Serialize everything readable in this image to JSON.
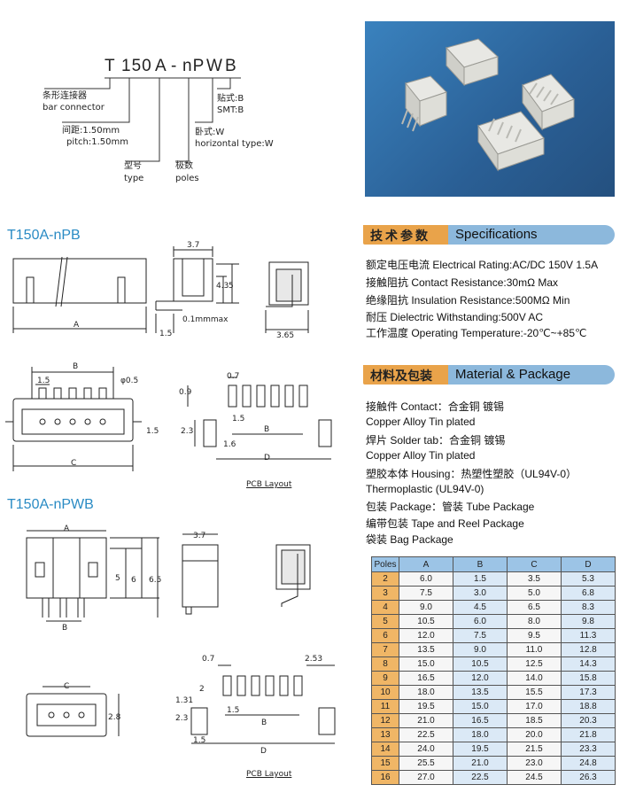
{
  "part_number": {
    "letters": [
      "T",
      "150",
      "A",
      "-",
      "nP",
      "W",
      "B"
    ],
    "callouts": {
      "bar_cn": "条形连接器",
      "bar_en": "bar connector",
      "pitch_cn": "间距:1.50mm",
      "pitch_en": "pitch:1.50mm",
      "type_cn": "型号",
      "type_en": "type",
      "poles_cn": "极数",
      "poles_en": "poles",
      "horizontal_cn": "卧式:W",
      "horizontal_en": "horizontal type:W",
      "smt_cn": "贴式:B",
      "smt_en": "SMT:B"
    }
  },
  "models": {
    "npb": "T150A-nPB",
    "npwb": "T150A-nPWB"
  },
  "drawing_labels": {
    "A": "A",
    "B": "B",
    "C": "C",
    "D": "D",
    "d37": "3.7",
    "d43": "4.3",
    "d5": "5",
    "d6": "6",
    "d65": "6.5",
    "d15": "1.5",
    "d01": "0.1mmmax",
    "d365": "3.65",
    "d_phi05": "φ0.5",
    "d07": "0.7",
    "d09": "0.9",
    "d23": "2.3",
    "d16": "1.6",
    "d2": "2",
    "d131": "1.31",
    "d253": "2.53",
    "d28": "2.8",
    "pcb_layout": "PCB Layout"
  },
  "specifications": {
    "header_cn": "技术参数",
    "header_en": "Specifications",
    "lines": [
      "额定电压电流 Electrical Rating:AC/DC 150V 1.5A",
      "接触阻抗 Contact Resistance:30mΩ Max",
      "绝缘阻抗 Insulation Resistance:500MΩ Min",
      "耐压 Dielectric Withstanding:500V AC",
      "工作温度 Operating Temperature:-20℃~+85℃"
    ]
  },
  "material": {
    "header_cn": "材料及包装",
    "header_en": "Material & Package",
    "lines": [
      "接触件 Contact：合金铜 镀锡",
      "Copper Alloy Tin plated",
      "焊片 Solder tab：合金铜 镀锡",
      "Copper Alloy Tin plated",
      "塑胶本体 Housing：热塑性塑胶（UL94V-0）",
      "Thermoplastic (UL94V-0)",
      "包装 Package：管装 Tube Package",
      "编带包装 Tape and Reel Package",
      "袋装 Bag Package"
    ]
  },
  "table": {
    "headers": [
      "Poles",
      "A",
      "B",
      "C",
      "D"
    ],
    "rows": [
      [
        "2",
        "6.0",
        "1.5",
        "3.5",
        "5.3"
      ],
      [
        "3",
        "7.5",
        "3.0",
        "5.0",
        "6.8"
      ],
      [
        "4",
        "9.0",
        "4.5",
        "6.5",
        "8.3"
      ],
      [
        "5",
        "10.5",
        "6.0",
        "8.0",
        "9.8"
      ],
      [
        "6",
        "12.0",
        "7.5",
        "9.5",
        "11.3"
      ],
      [
        "7",
        "13.5",
        "9.0",
        "11.0",
        "12.8"
      ],
      [
        "8",
        "15.0",
        "10.5",
        "12.5",
        "14.3"
      ],
      [
        "9",
        "16.5",
        "12.0",
        "14.0",
        "15.8"
      ],
      [
        "10",
        "18.0",
        "13.5",
        "15.5",
        "17.3"
      ],
      [
        "11",
        "19.5",
        "15.0",
        "17.0",
        "18.8"
      ],
      [
        "12",
        "21.0",
        "16.5",
        "18.5",
        "20.3"
      ],
      [
        "13",
        "22.5",
        "18.0",
        "20.0",
        "21.8"
      ],
      [
        "14",
        "24.0",
        "19.5",
        "21.5",
        "23.3"
      ],
      [
        "15",
        "25.5",
        "21.0",
        "23.0",
        "24.8"
      ],
      [
        "16",
        "27.0",
        "22.5",
        "24.5",
        "26.3"
      ]
    ]
  },
  "colors": {
    "accent_orange": "#e9a34a",
    "accent_blue": "#8cb8dc",
    "title_blue": "#2a8bc4",
    "photo_bg": "#2f6ea6"
  }
}
